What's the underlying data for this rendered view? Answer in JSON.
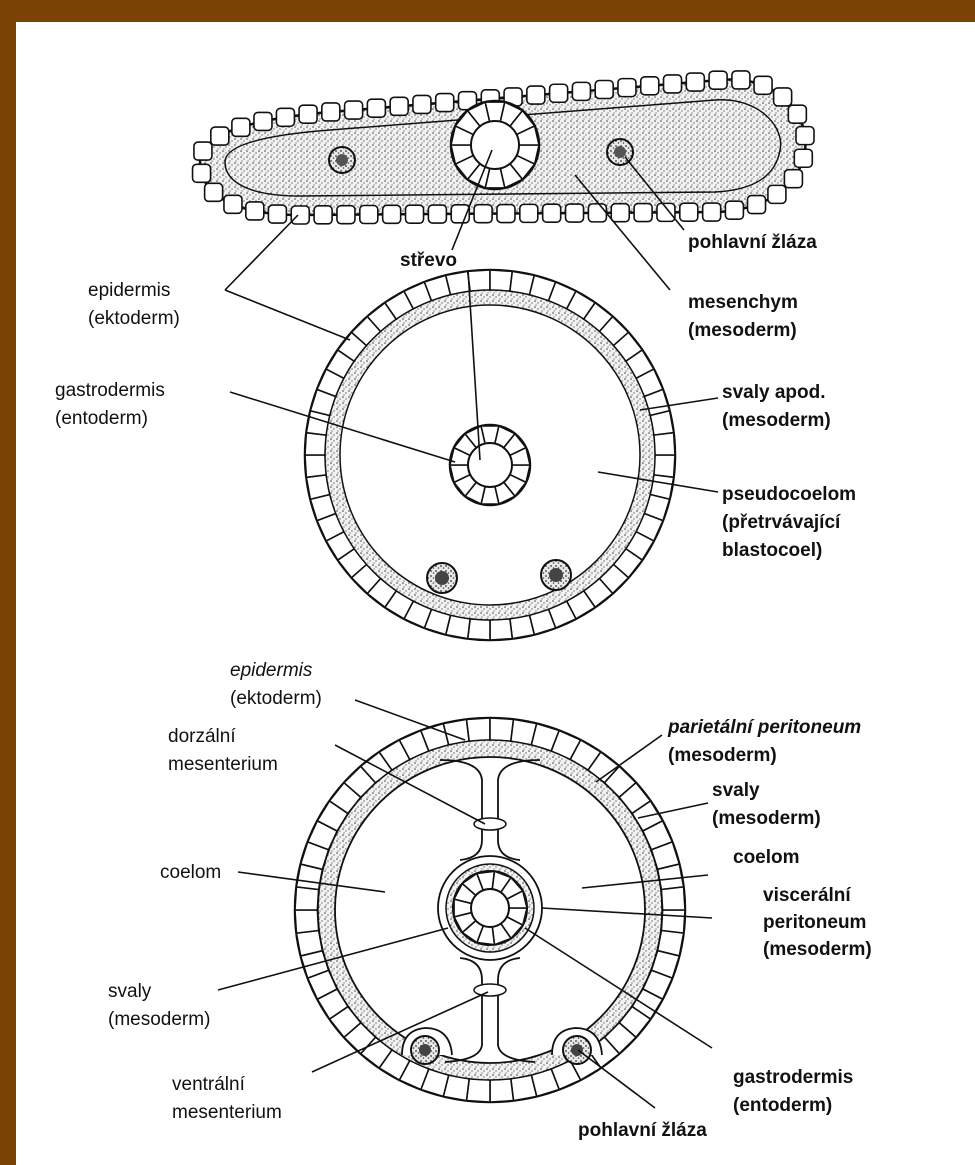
{
  "colors": {
    "frame": "#7a4205",
    "panel": "#ffffff",
    "ink": "#111111",
    "stipple": "#cfcfcf"
  },
  "labels": {
    "strevo": "střevo",
    "pohlavni_zlaza_top": "pohlavní žláza",
    "epidermis_top_1": "epidermis",
    "epidermis_top_2": "(ektoderm)",
    "mesenchym_1": "mesenchym",
    "mesenchym_2": "(mesoderm)",
    "gastrodermis_mid_1": "gastrodermis",
    "gastrodermis_mid_2": "(entoderm)",
    "svaly_apod_1": "svaly apod.",
    "svaly_apod_2": "(mesoderm)",
    "pseudocoelom_1": "pseudocoelom",
    "pseudocoelom_2": "(přetrvávající",
    "pseudocoelom_3": "blastocoel)",
    "epidermis_bot_1": "epidermis",
    "epidermis_bot_2": "(ektoderm)",
    "dorzalni_1": "dorzální",
    "dorzalni_2": "mesenterium",
    "parietalni_1": "parietální peritoneum",
    "parietalni_2": "(mesoderm)",
    "svaly_r_1": "svaly",
    "svaly_r_2": "(mesoderm)",
    "coelom_left": "coelom",
    "coelom_right": "coelom",
    "visceralni_1": "viscerální",
    "visceralni_2": "peritoneum",
    "visceralni_3": "(mesoderm)",
    "svaly_l_1": "svaly",
    "svaly_l_2": "(mesoderm)",
    "ventralni_1": "ventrální",
    "ventralni_2": "mesenterium",
    "gastrodermis_bot_1": "gastrodermis",
    "gastrodermis_bot_2": "(entoderm)",
    "pohlavni_zlaza_bot": "pohlavní žláza"
  }
}
